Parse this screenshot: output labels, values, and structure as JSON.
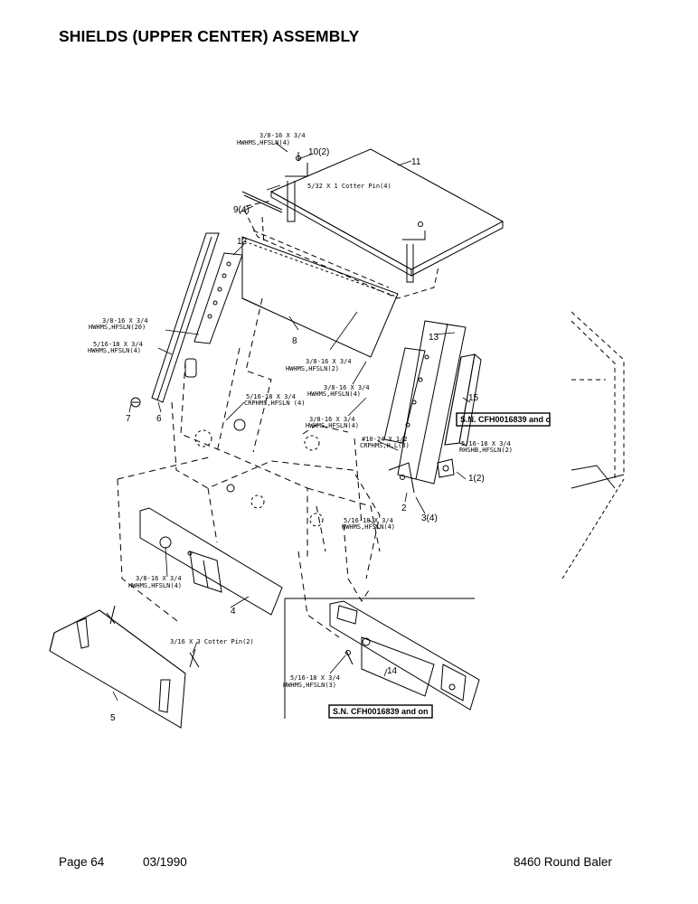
{
  "page": {
    "title": "SHIELDS (UPPER CENTER) ASSEMBLY",
    "footer_page": "Page 64",
    "footer_date": "03/1990",
    "footer_model": "8460 Round Baler"
  },
  "callouts": {
    "c1": "3/8-16 X 3/4",
    "c1b": "HWHMS,HFSLN(4)",
    "c2": "5/32 X 1 Cotter Pin(4)",
    "c3": "3/8-16 X 3/4",
    "c3b": "HWHMS,HFSLN(20)",
    "c4": "5/16-18 X 3/4",
    "c4b": "HWHMS,HFSLN(4)",
    "c5": "3/8-16 X 3/4",
    "c5b": "HWHMS,HFSLN(2)",
    "c6": "3/8-16 X 3/4",
    "c6b": "HWHMS,HFSLN(4)",
    "c7": "5/16-18 X 3/4",
    "c7b": "CRPHMS,HFSLN (4)",
    "c8": "3/8-16 X 3/4",
    "c8b": "HWHMS,HFSLN(4)",
    "c9": "#10-24 X 1/2",
    "c9b": "CRPHMS,H,L(8)",
    "c10": "5/16-18 X 3/4",
    "c10b": "RHSHB,HFSLN(2)",
    "c11": "5/16-18 X 3/4",
    "c11b": "HWHMS,HFSLN(4)",
    "c12": "3/8-16 X 3/4",
    "c12b": "HWHMS,HFSLN(4)",
    "c13": "3/16 X 3 Cotter Pin(2)",
    "c14": "5/16-18 X 3/4",
    "c14b": "HWHMS,HFSLN(3)"
  },
  "item_numbers": {
    "n10": "10(2)",
    "n11": "11",
    "n9": "9(4)",
    "n12": "12",
    "n8": "8",
    "n13": "13",
    "n15": "15",
    "n7": "7",
    "n6": "6",
    "n1": "1(2)",
    "n2": "2",
    "n3": "3(4)",
    "n4": "4",
    "n5": "5",
    "n14": "14"
  },
  "serial_notes": {
    "upper": "S.N. CFH0016839 and o",
    "lower": "S.N. CFH0016839 and on"
  }
}
